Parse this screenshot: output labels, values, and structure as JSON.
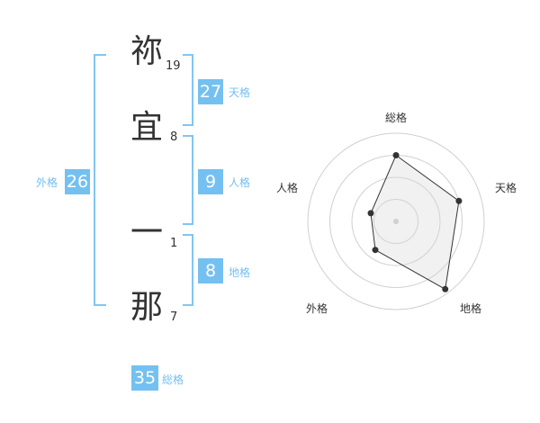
{
  "name": {
    "chars": [
      {
        "char": "祢",
        "strokes": "19"
      },
      {
        "char": "宜",
        "strokes": "8"
      },
      {
        "char": "一",
        "strokes": "1"
      },
      {
        "char": "那",
        "strokes": "7"
      }
    ]
  },
  "kaku": {
    "tenkaku": {
      "value": "27",
      "label": "天格"
    },
    "jinkaku": {
      "value": "9",
      "label": "人格"
    },
    "chikaku": {
      "value": "8",
      "label": "地格"
    },
    "gaikaku": {
      "value": "26",
      "label": "外格"
    },
    "soukaku": {
      "value": "35",
      "label": "総格"
    }
  },
  "colors": {
    "accent": "#74c0f1",
    "bracket": "#7fc6f2",
    "text": "#333333"
  },
  "chart_data": {
    "type": "radar",
    "axes": [
      "総格",
      "天格",
      "地格",
      "外格",
      "人格"
    ],
    "rings": 4,
    "levels": [
      0.75,
      0.75,
      0.95,
      0.4,
      0.3
    ],
    "max": 1
  }
}
